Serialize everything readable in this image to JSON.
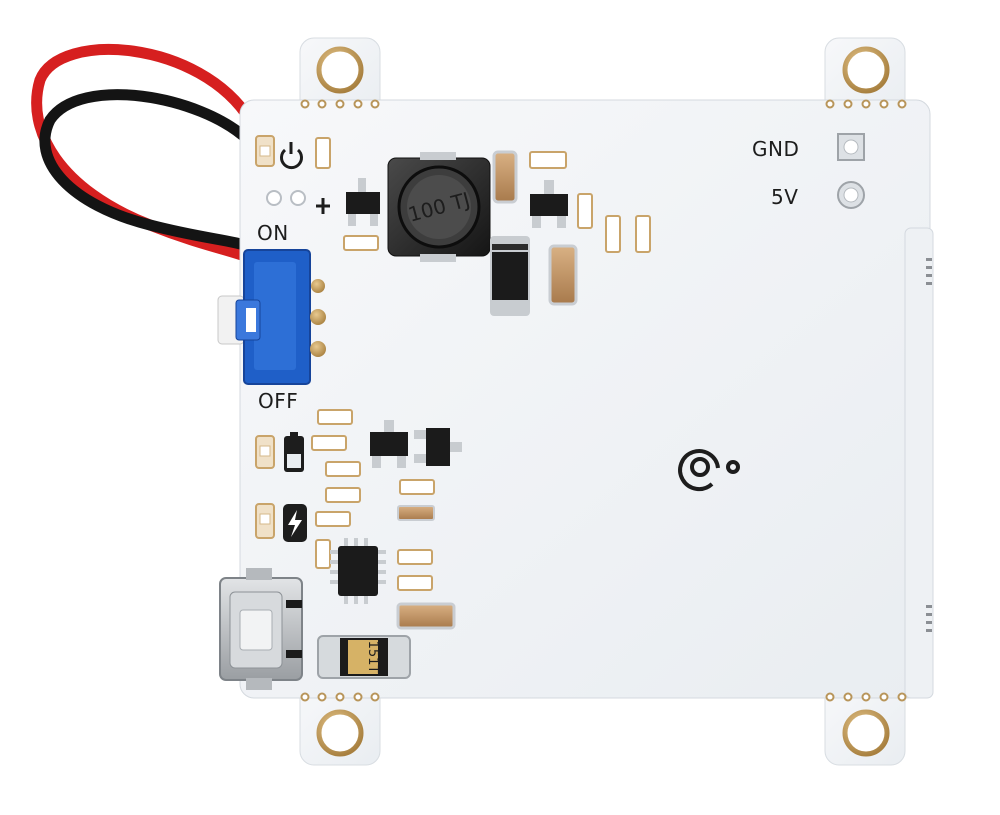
{
  "board": {
    "labels": {
      "on": "ON",
      "off": "OFF",
      "gnd": "GND",
      "v5": "5V",
      "inductor_marking": "100 TJ",
      "fuse_marking": "151T"
    },
    "colors": {
      "pcb": "#f4f6f8",
      "pad_gold": "#c9a46a",
      "switch_blue": "#1f5fc8",
      "wire_red": "#d61f1f",
      "wire_black": "#141414",
      "ic_black": "#1b1b1b",
      "silk": "#1d1d1d"
    },
    "icons": [
      "power-icon",
      "battery-icon",
      "bolt-icon",
      "brand-logo-icon"
    ]
  }
}
